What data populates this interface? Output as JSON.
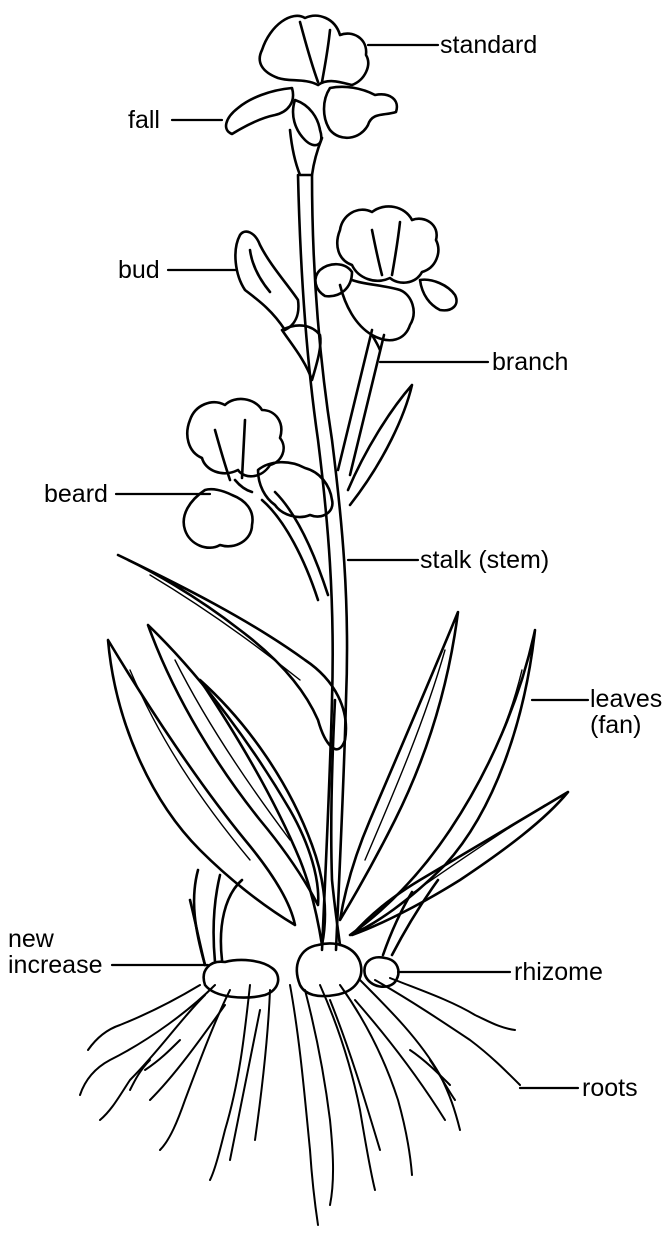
{
  "diagram": {
    "labels": {
      "standard": "standard",
      "fall": "fall",
      "bud": "bud",
      "branch": "branch",
      "beard": "beard",
      "stalk": "stalk (stem)",
      "leaves_line1": "leaves",
      "leaves_line2": "(fan)",
      "new_increase_line1": "new",
      "new_increase_line2": "increase",
      "rhizome": "rhizome",
      "roots": "roots"
    },
    "colors": {
      "ink": "#000000",
      "paper": "#ffffff"
    }
  }
}
